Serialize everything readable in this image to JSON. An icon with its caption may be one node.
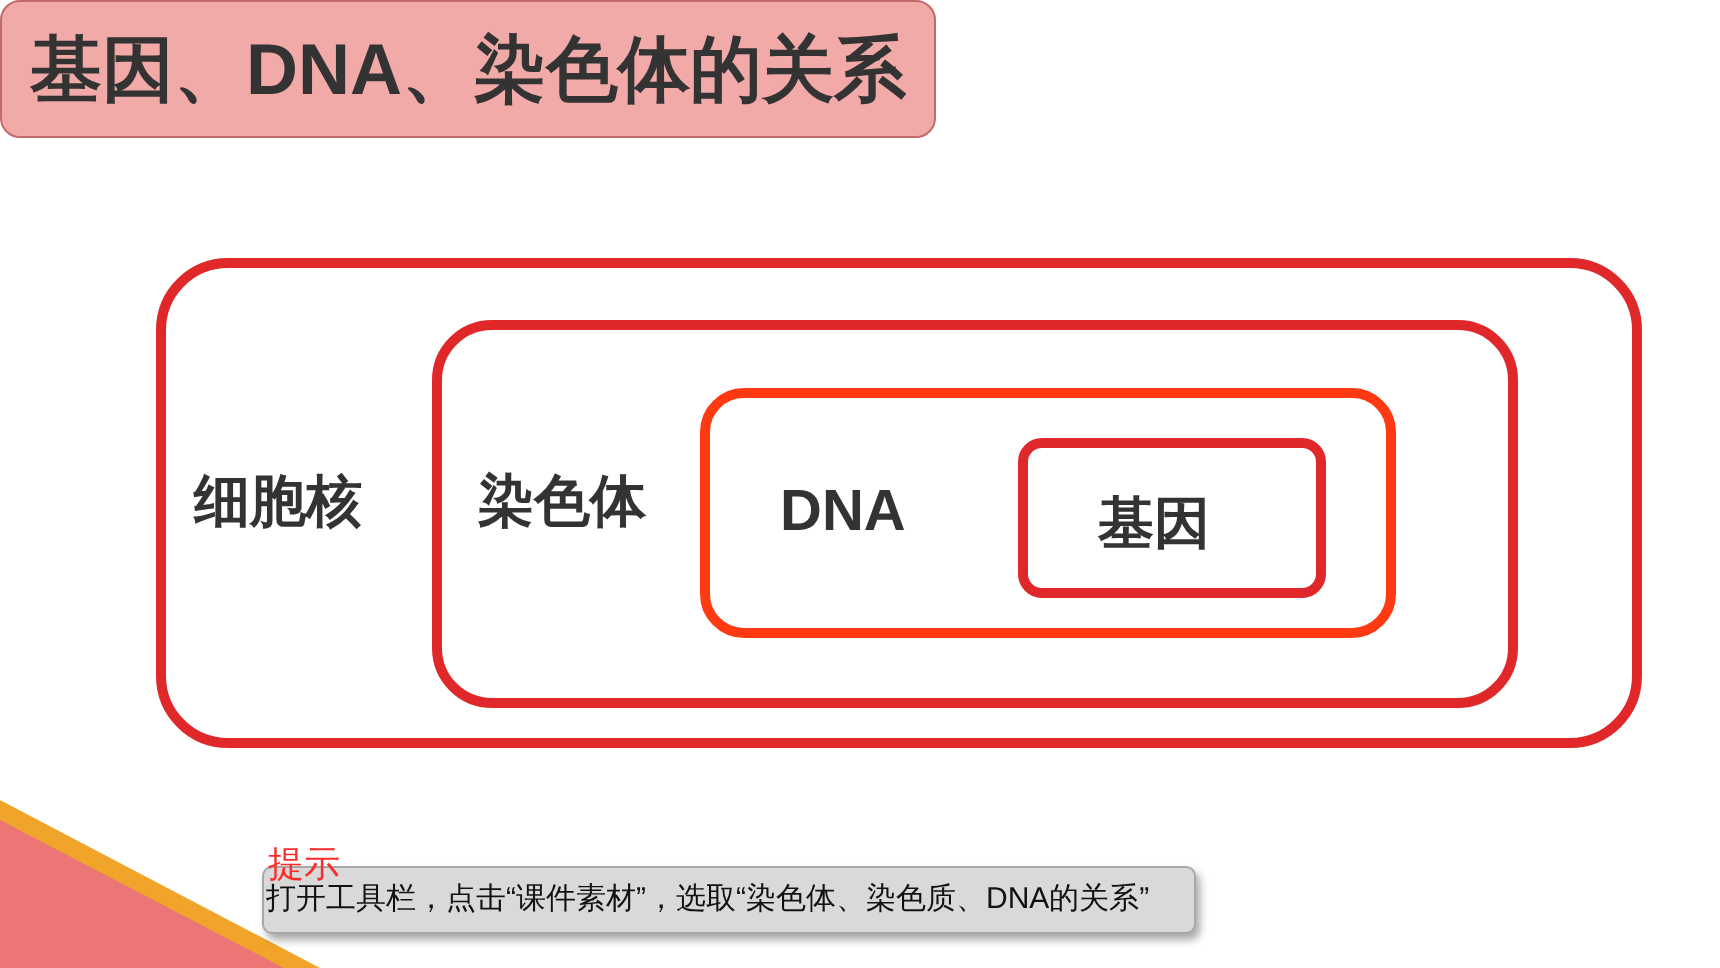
{
  "diagram": {
    "title": "基因、DNA、染色体的关系",
    "nodes": [
      {
        "text": [
          "细胞核"
        ]
      },
      {
        "text": [
          "染色体"
        ],
        "in": 0
      },
      {
        "text": [
          "DNA"
        ],
        "in": 1
      },
      {
        "text": [
          "基因"
        ],
        "in": 2
      },
      {
        "text": [
          "提示",
          "打开工具栏，点击“课件素材”，选取“染色体、染色质、DNA的关系”"
        ]
      }
    ]
  }
}
